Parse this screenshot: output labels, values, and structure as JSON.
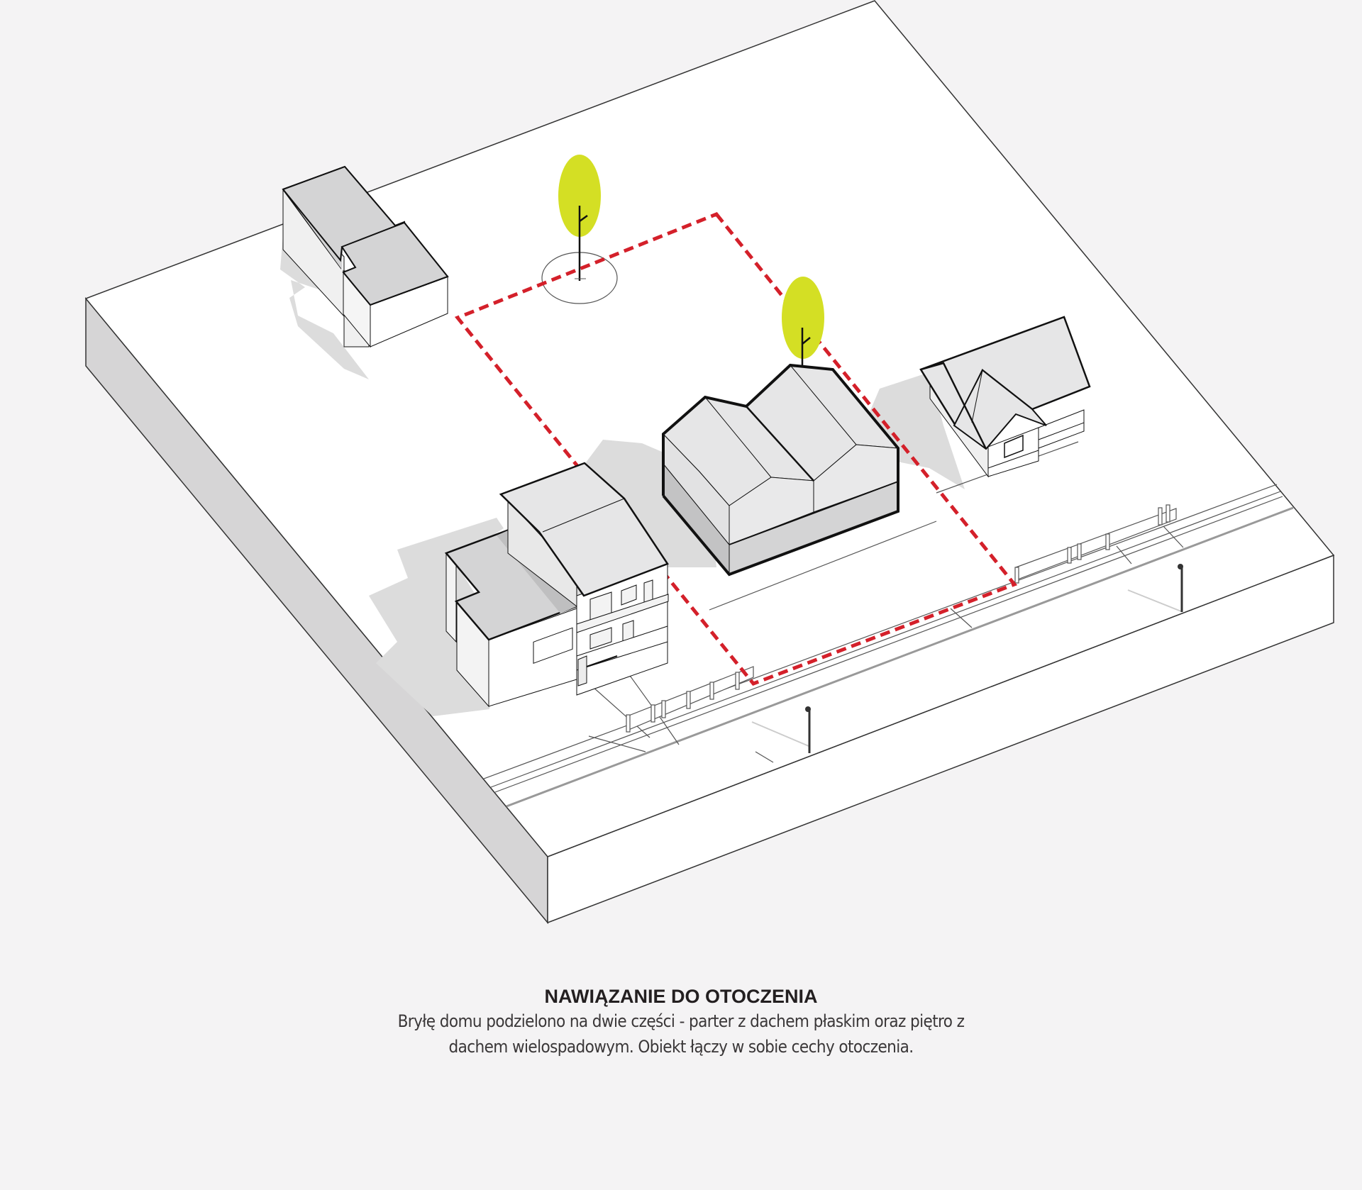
{
  "diagram": {
    "title": "Isometric site context diagram",
    "colors": {
      "background": "#f4f3f4",
      "ground_top": "#ffffff",
      "ground_side_left": "#d6d5d6",
      "ground_side_front": "#ffffff",
      "shadow": "#dcdcdc",
      "roof_light": "#e6e6e7",
      "roof_mid": "#d4d4d5",
      "wall_dark": "#c3c3c4",
      "outline": "#111111",
      "plot_boundary": "#d4202a",
      "tree_canopy": "#d4df24"
    },
    "elements": {
      "plot_boundary": "dashed red plot boundary",
      "main_house": "designed house with two gable roofs on flat-roofed ground floor",
      "neighbor_left_back": "flat-roof building",
      "neighbor_left_front": "two-storey house with mono-pitch roof",
      "neighbor_right": "house with hipped/gabled roof and dormer",
      "trees": [
        "tree with ground circle",
        "tree behind main house"
      ],
      "street_lamps": 2,
      "fences": 2
    }
  },
  "caption": {
    "title": "NAWIĄZANIE DO OTOCZENIA",
    "line1": "Bryłę domu podzielono na dwie części - parter z dachem płaskim oraz piętro z",
    "line2": "dachem wielospadowym. Obiekt łączy w sobie cechy otoczenia."
  }
}
